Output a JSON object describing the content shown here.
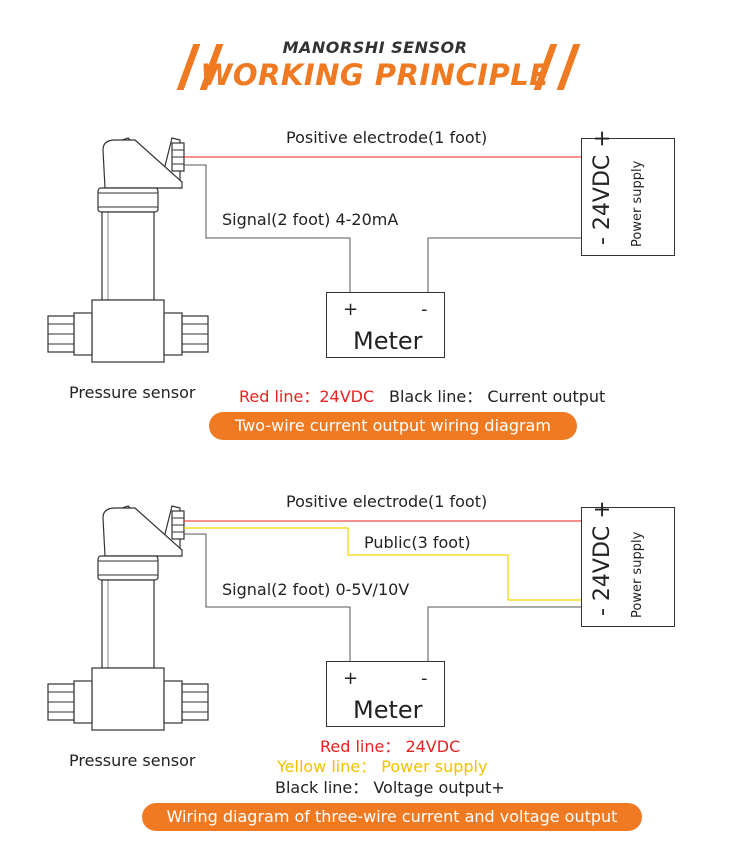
{
  "header": {
    "brand": "MANORSHI SENSOR",
    "title": "WORKING PRINCIPLE"
  },
  "diagram1": {
    "positive_label": "Positive electrode(1 foot)",
    "signal_label": "Signal(2 foot) 4-20mA",
    "meter": {
      "plus": "+",
      "minus": "-",
      "label": "Meter"
    },
    "psu": {
      "voltage": "- 24VDC +",
      "label": "Power supply"
    },
    "sensor_label": "Pressure sensor",
    "legend_red": "Red line：24VDC",
    "legend_black": "Black line： Current output",
    "caption": "Two-wire current output wiring diagram"
  },
  "diagram2": {
    "positive_label": "Positive electrode(1 foot)",
    "public_label": "Public(3 foot)",
    "signal_label": "Signal(2 foot) 0-5V/10V",
    "meter": {
      "plus": "+",
      "minus": "-",
      "label": "Meter"
    },
    "psu": {
      "voltage": "- 24VDC +",
      "label": "Power supply"
    },
    "sensor_label": "Pressure sensor",
    "legend_red": "Red line： 24VDC",
    "legend_yellow": "Yellow  line： Power supply",
    "legend_black": "Black line： Voltage output+",
    "caption": "Wiring diagram of three-wire current and voltage output"
  },
  "colors": {
    "accent": "#f07a22",
    "red_wire": "#e8231f",
    "yellow_wire": "#f2d400",
    "black_wire": "#555555"
  },
  "icons": [
    "pressure-sensor-icon"
  ]
}
